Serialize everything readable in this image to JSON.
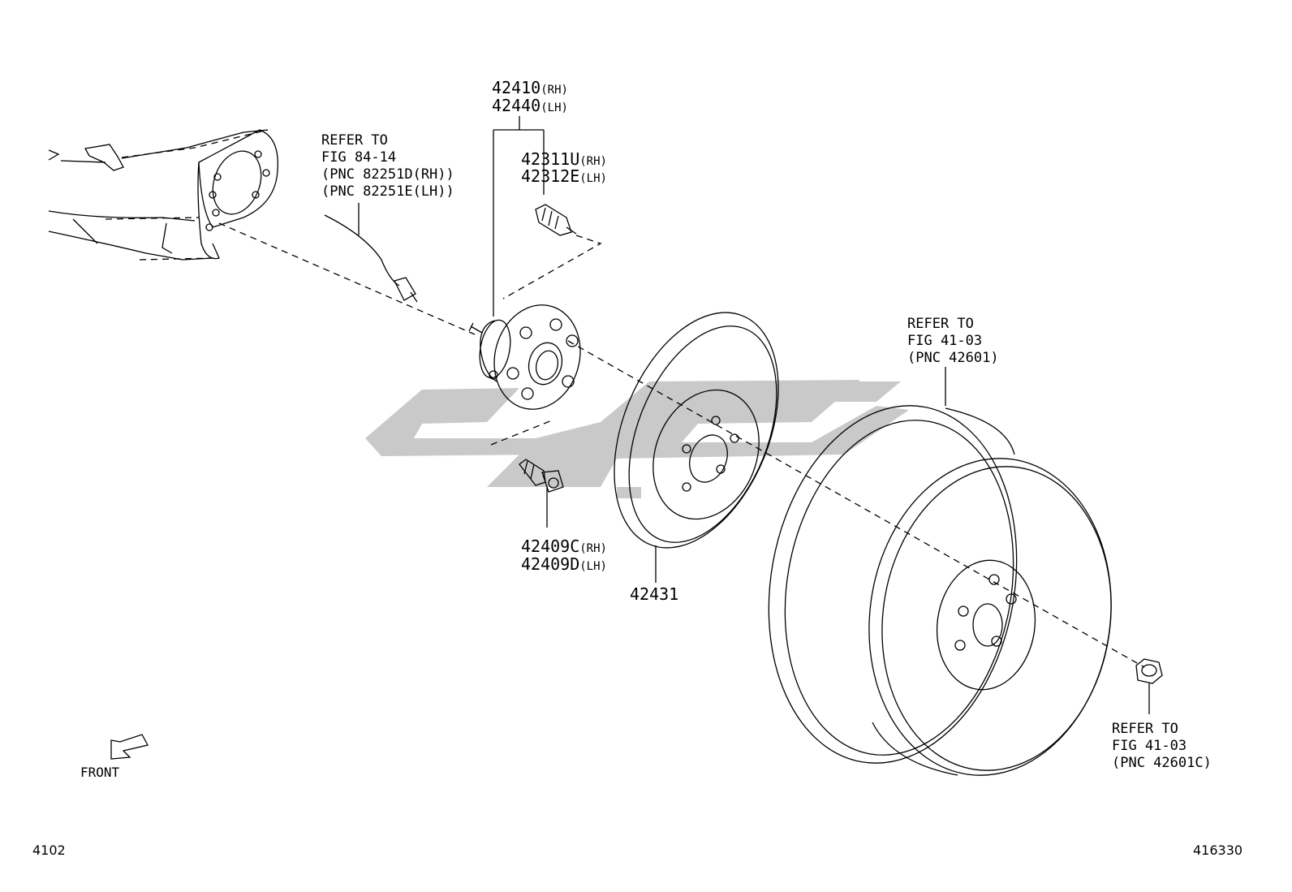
{
  "labels": {
    "hub_rh": {
      "pn": "42410",
      "side": "(RH)"
    },
    "hub_lh": {
      "pn": "42440",
      "side": "(LH)"
    },
    "stud_rh": {
      "pn": "42311U",
      "side": "(RH)"
    },
    "stud_lh": {
      "pn": "42312E",
      "side": "(LH)"
    },
    "bolt_rh": {
      "pn": "42409C",
      "side": "(RH)"
    },
    "bolt_lh": {
      "pn": "42409D",
      "side": "(LH)"
    },
    "disc": "42431"
  },
  "refs": {
    "sensor": [
      "REFER TO",
      "FIG 84-14",
      "(PNC 82251D(RH))",
      "(PNC 82251E(LH))"
    ],
    "wheel": [
      "REFER TO",
      "FIG 41-03",
      "(PNC 42601)"
    ],
    "nut": [
      "REFER TO",
      "FIG 41-03",
      "(PNC 42601C)"
    ]
  },
  "front_label": "FRONT",
  "footer": {
    "left": "4102",
    "right": "416330"
  },
  "watermark_color": "#c8c8c8"
}
